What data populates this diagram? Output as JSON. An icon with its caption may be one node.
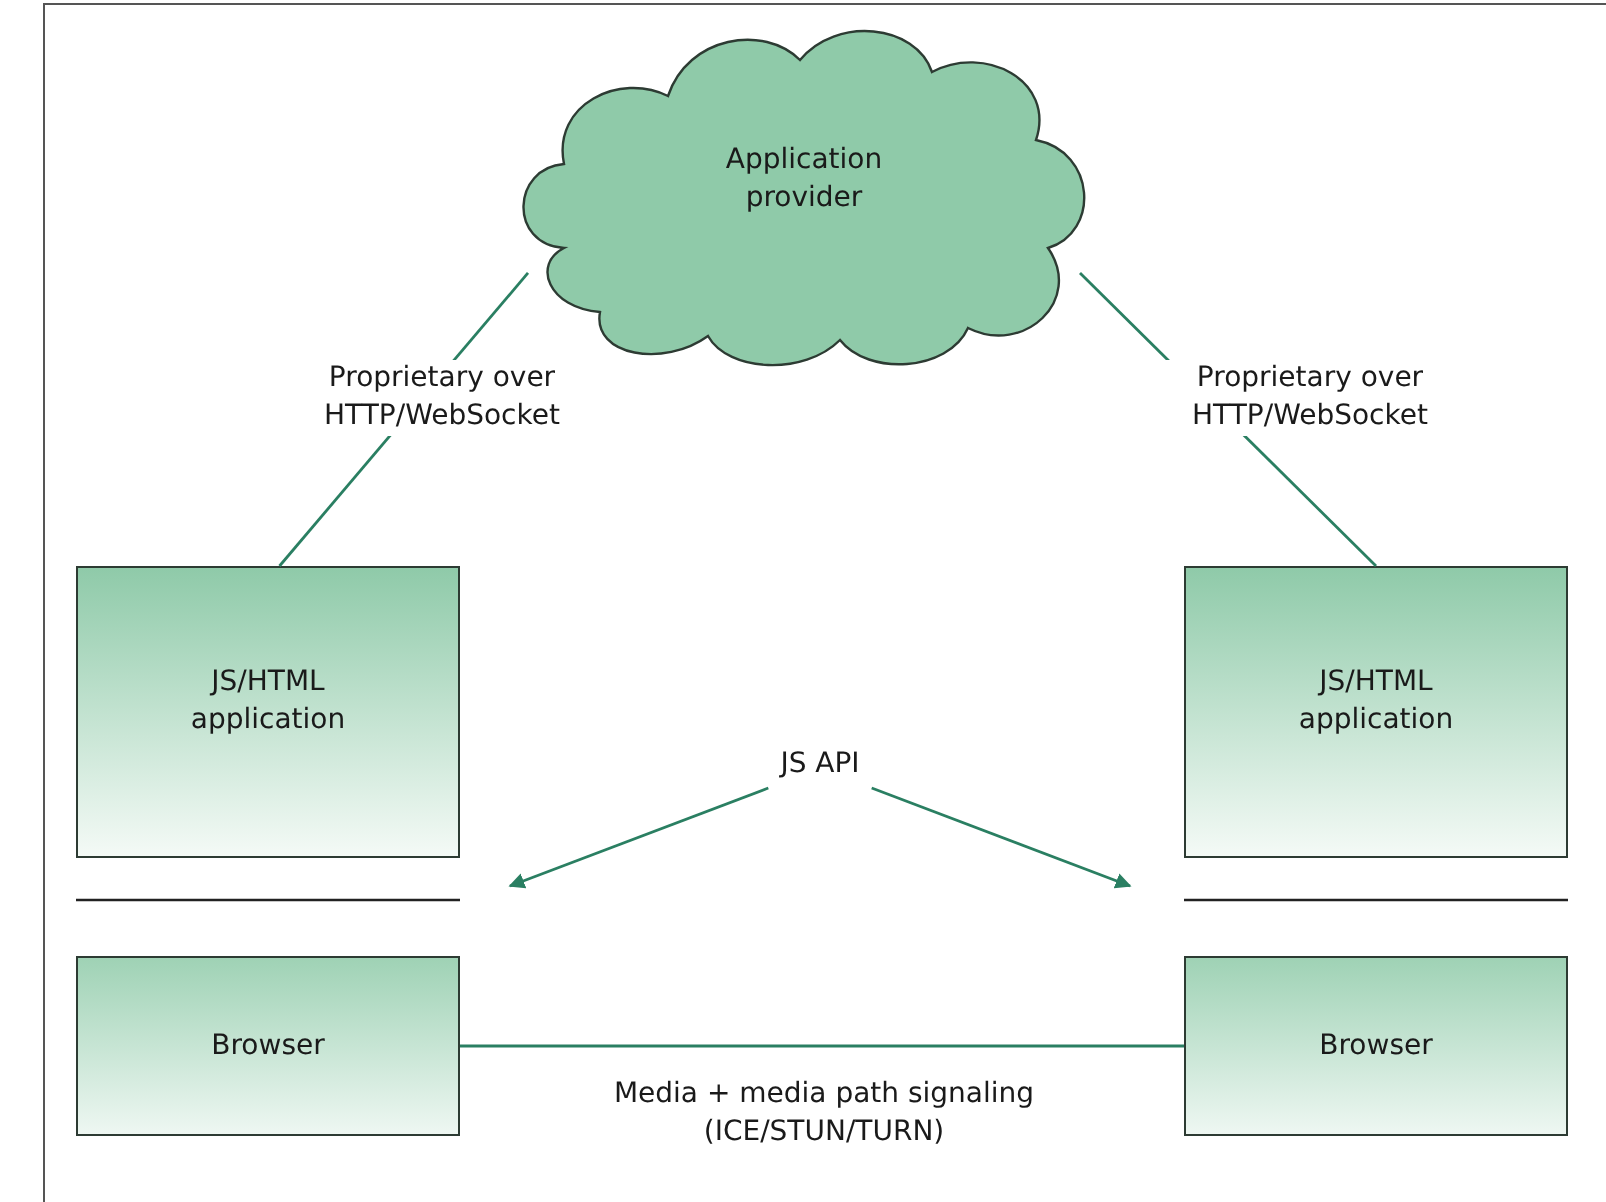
{
  "diagram": {
    "nodes": [
      {
        "text": [
          "Application provider"
        ]
      },
      {
        "text": [
          "JS/HTML application"
        ]
      },
      {
        "text": [
          "JS/HTML application"
        ]
      },
      {
        "text": [
          "JS API"
        ]
      },
      {
        "text": [
          "Browser"
        ]
      },
      {
        "text": [
          "Browser"
        ]
      }
    ],
    "edges": [
      {
        "from": 0,
        "to": 1,
        "arrow": "none",
        "label": "Proprietary over HTTP/WebSocket"
      },
      {
        "from": 0,
        "to": 2,
        "arrow": "none",
        "label": "Proprietary over HTTP/WebSocket"
      },
      {
        "from": 3,
        "to": null,
        "arrow": "to"
      },
      {
        "from": 3,
        "to": null,
        "arrow": "to"
      },
      {
        "from": 4,
        "to": 5,
        "arrow": "none",
        "label": "Media + media path signaling (ICE/STUN/TURN)"
      }
    ]
  }
}
